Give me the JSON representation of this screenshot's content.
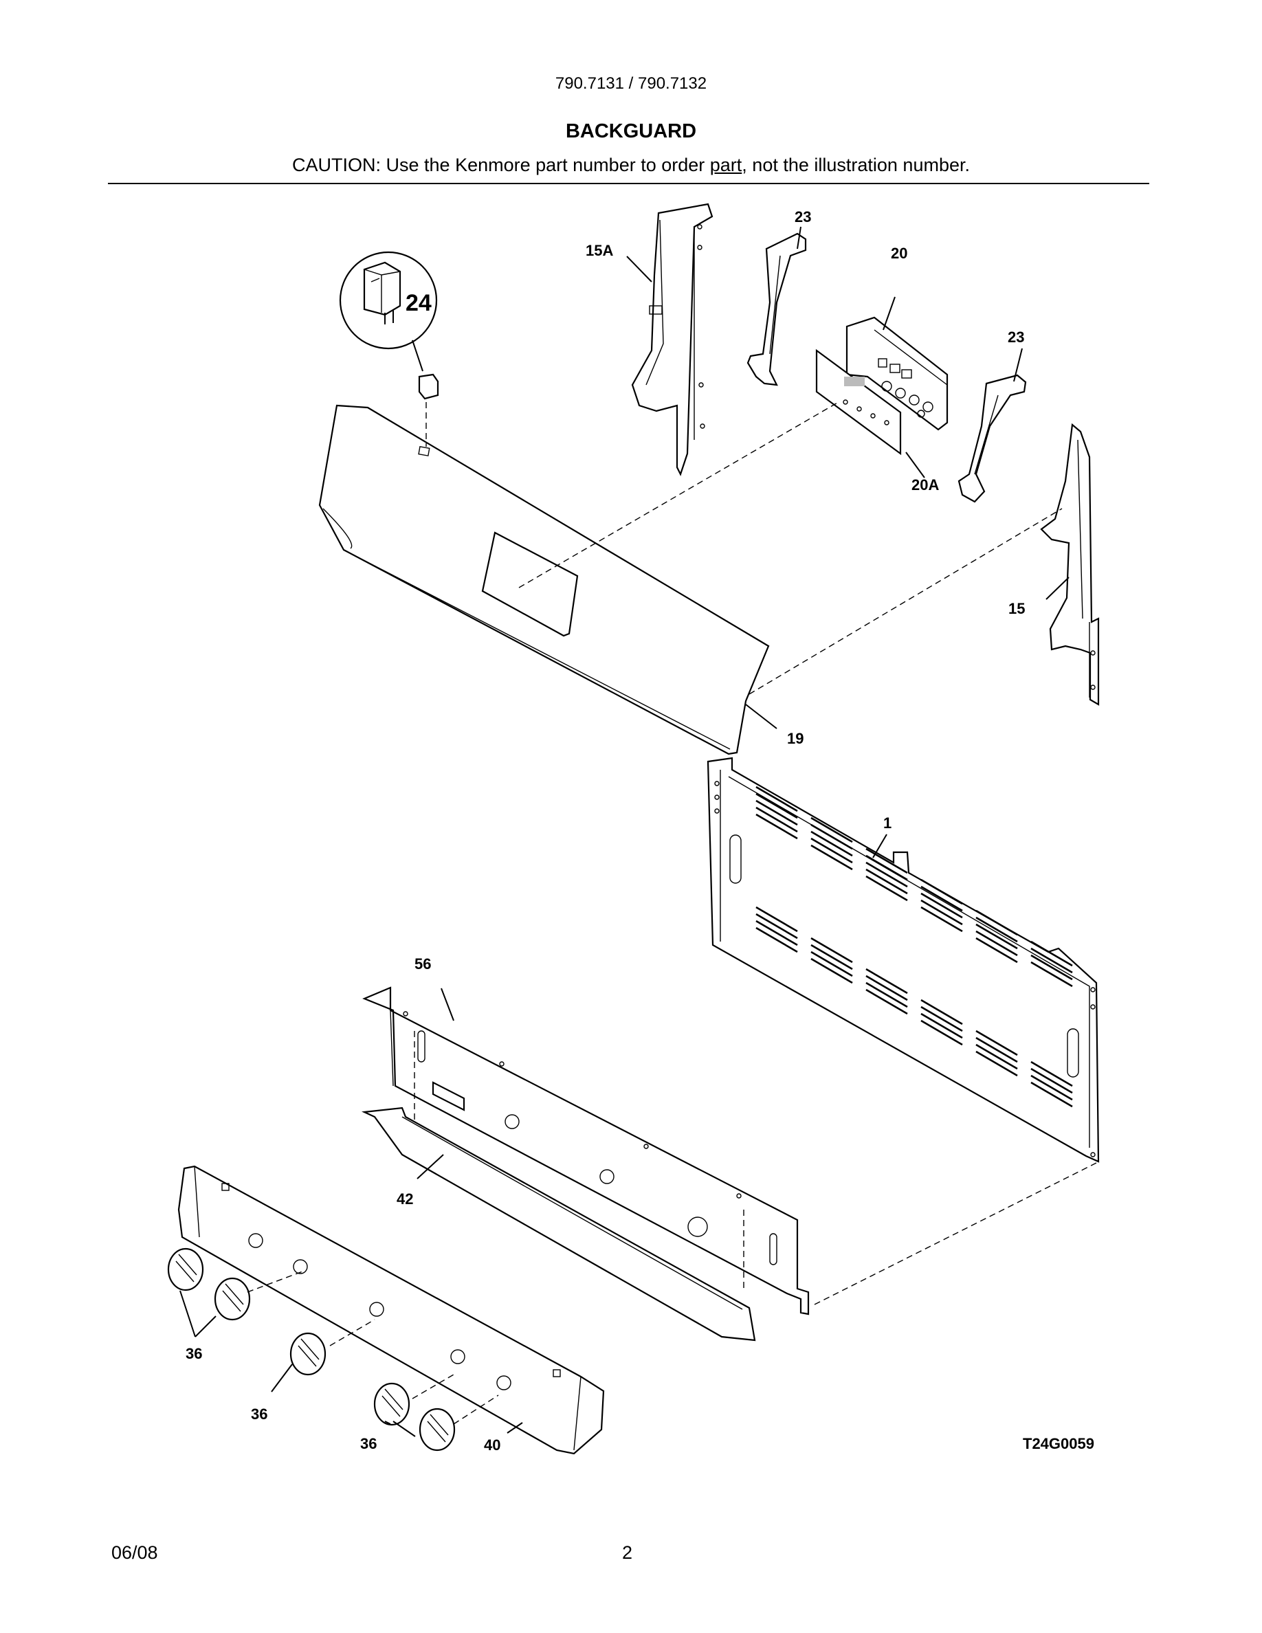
{
  "header": {
    "model_numbers": "790.7131 / 790.7132",
    "section_title": "BACKGUARD",
    "caution_prefix": "CAUTION: Use the Kenmore part number to order ",
    "caution_underlined": "part",
    "caution_suffix": ", not the illustration number."
  },
  "diagram": {
    "callouts": {
      "p1": "1",
      "p15": "15",
      "p15a": "15A",
      "p19": "19",
      "p20": "20",
      "p20a": "20A",
      "p23a": "23",
      "p23b": "23",
      "p24": "24",
      "p36a": "36",
      "p36b": "36",
      "p36c": "36",
      "p40": "40",
      "p42": "42",
      "p56": "56"
    },
    "drawing_code": "T24G0059"
  },
  "footer": {
    "date": "06/08",
    "page_number": "2"
  }
}
